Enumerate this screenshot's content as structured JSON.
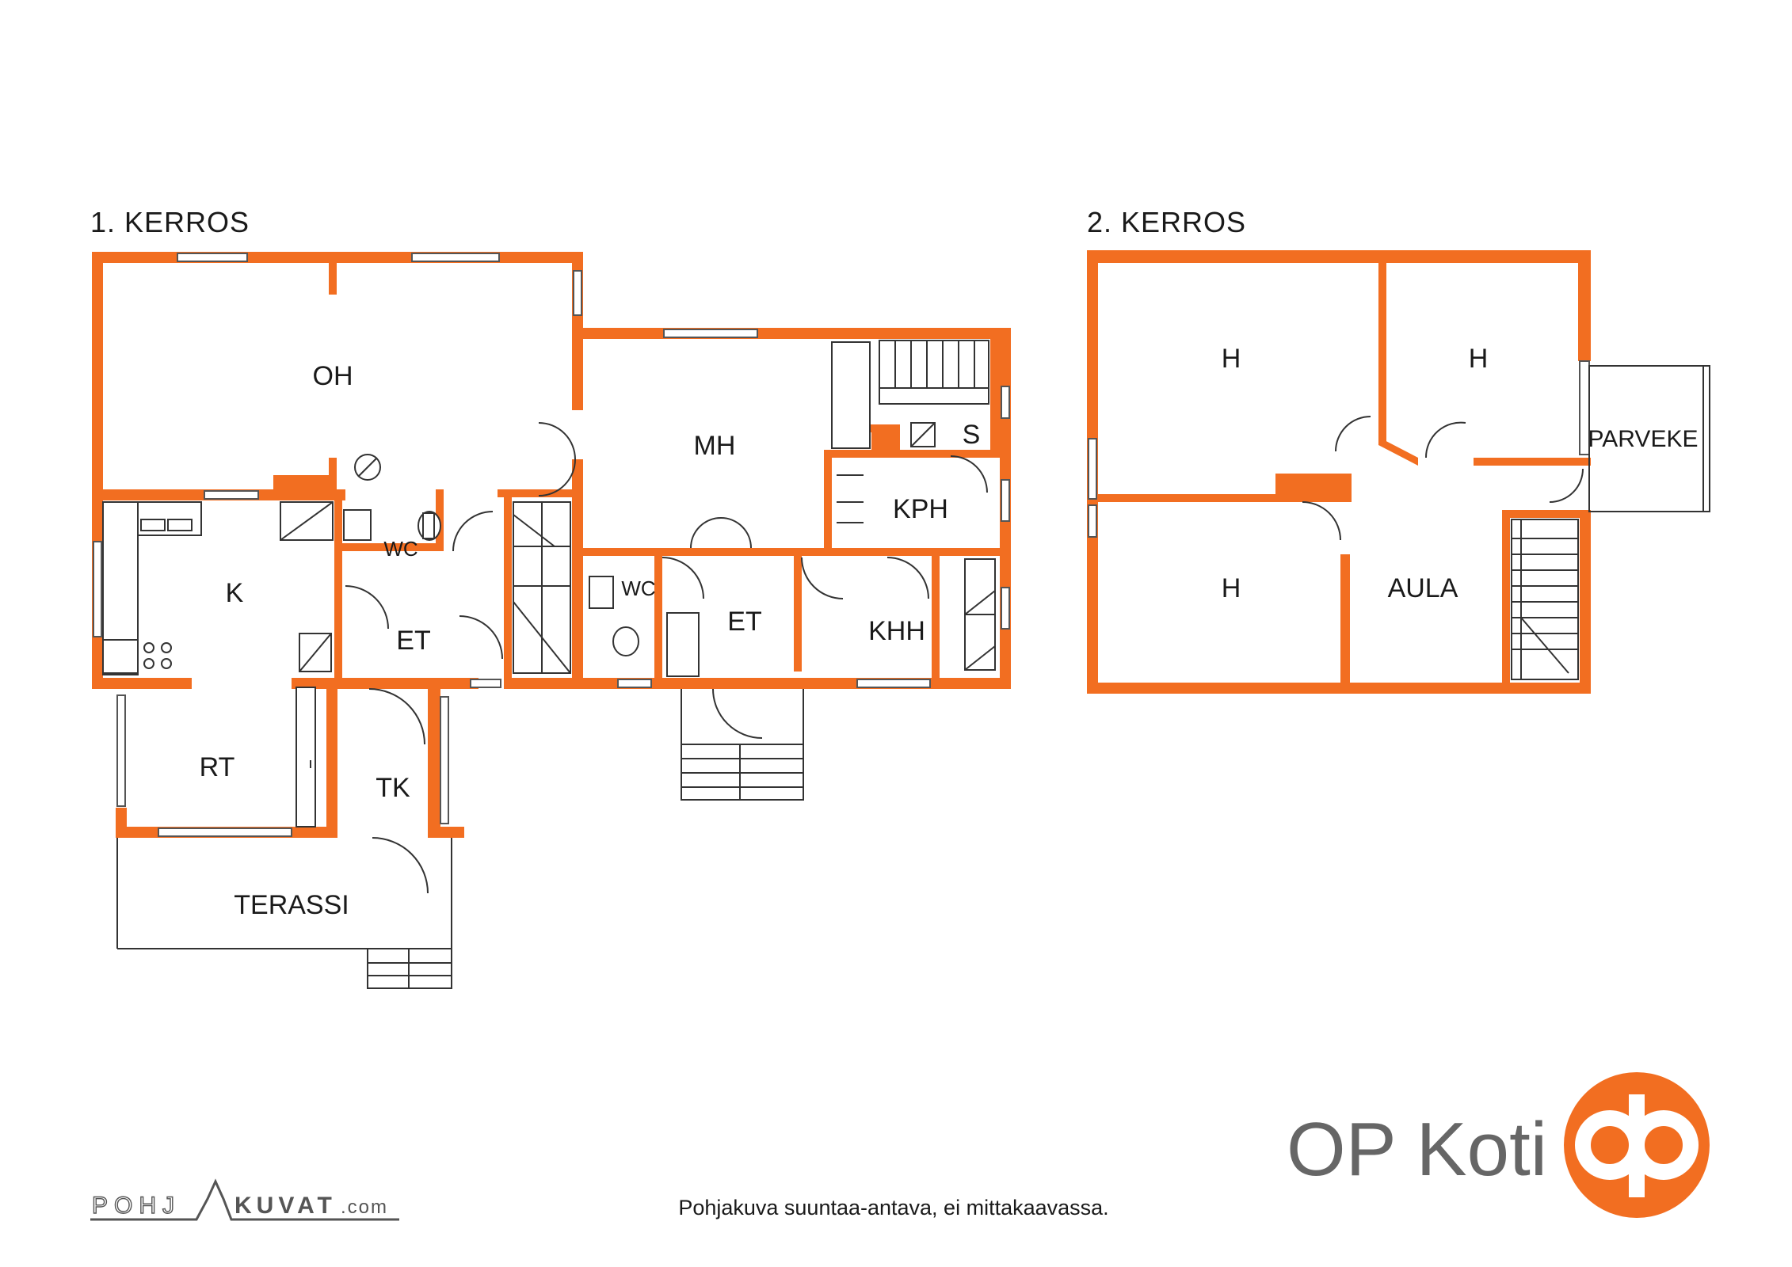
{
  "floors": [
    {
      "title": "1. KERROS"
    },
    {
      "title": "2. KERROS"
    }
  ],
  "rooms_floor1": {
    "oh": "OH",
    "mh": "MH",
    "s": "S",
    "kph": "KPH",
    "k": "K",
    "wc1": "WC",
    "wc2": "WC",
    "et1": "ET",
    "et2": "ET",
    "khh": "KHH",
    "rt": "RT",
    "tk": "TK",
    "terassi": "TERASSI"
  },
  "rooms_floor2": {
    "h1": "H",
    "h2": "H",
    "h3": "H",
    "aula": "AULA",
    "parveke": "PARVEKE"
  },
  "footer": {
    "note": "Pohjakuva suuntaa-antava, ei mittakaavassa.",
    "pohjakuvat_left": "POHJ",
    "pohjakuvat_right": "KUVAT",
    "pohjakuvat_tld": ".com"
  },
  "brand": {
    "name": "OP Koti",
    "color": "#f26e21",
    "logo_icon": "op-logo-icon"
  },
  "colors": {
    "wall": "#f26e21",
    "text": "#1a1a1a"
  }
}
